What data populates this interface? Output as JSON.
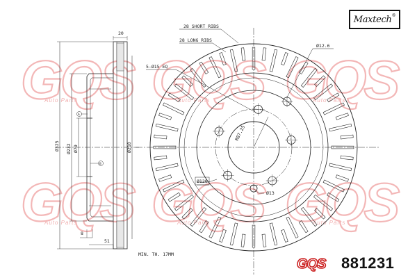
{
  "brand": {
    "name": "Maxtech",
    "mark": "®"
  },
  "part_number": "881231",
  "watermark": {
    "logo": "GQS",
    "tagline": "Auto Parts"
  },
  "logo_small": {
    "text": "GQS"
  },
  "labels": {
    "short_ribs": "28 SHORT RIBS",
    "long_ribs": "28 LONG RIBS",
    "bolt_holes": "5-Ø15 EQ",
    "hole_12_6": "Ø12.6",
    "pcd": "Ø120",
    "center_hole": "Ø13",
    "bolt_circle": "R87.25",
    "min_thickness": "MIN. TH. 17MM",
    "dim_20": "20",
    "dim_325": "Ø325",
    "dim_232": "Ø232",
    "dim_79": "Ø79",
    "dim_210": "Ø210",
    "dim_8": "8",
    "dim_51": "51",
    "marker_a": "A",
    "marker_b": "B"
  }
}
